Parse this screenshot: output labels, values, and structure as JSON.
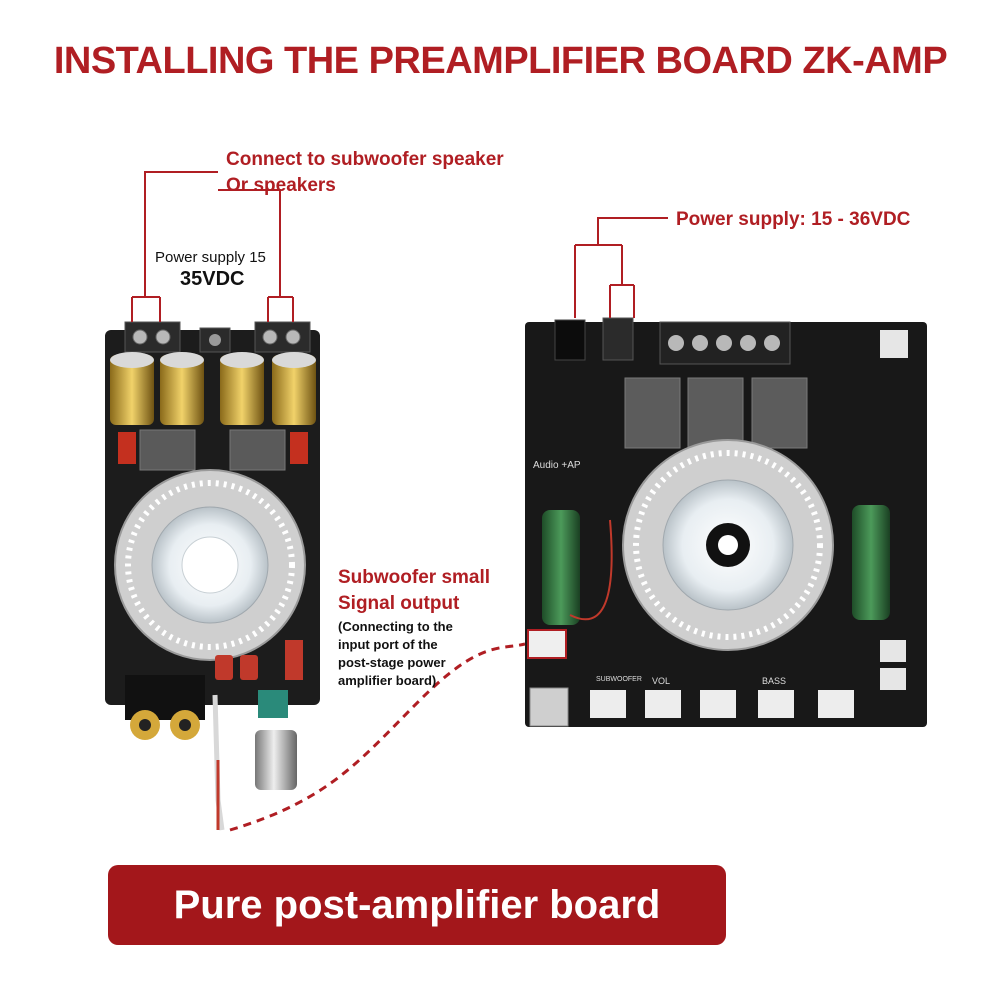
{
  "title": "INSTALLING THE PREAMPLIFIER BOARD ZK-AMP",
  "left_board": {
    "speaker_label_line1": "Connect to subwoofer speaker",
    "speaker_label_line2": "Or speakers",
    "power_label_line1": "Power supply 15",
    "power_label_line2": "35VDC"
  },
  "right_board": {
    "power_label": "Power supply: 15 - 36VDC",
    "silk_audio": "Audio +AP",
    "silk_bass": "BASS",
    "silk_vol": "VOL",
    "silk_subwoofer": "SUBWOOFER"
  },
  "subwoofer_callout": {
    "line1": "Subwoofer small",
    "line2": "Signal output",
    "note1": "(Connecting to the",
    "note2": "input port of the",
    "note3": "post-stage power",
    "note4": "amplifier board)"
  },
  "bottom_banner": "Pure post-amplifier board",
  "colors": {
    "accent_red": "#b01e23",
    "banner_red": "#a3171b",
    "board_black": "#1a1a1a",
    "capacitor_green": "#2e6b3a",
    "heatsink_silver": "#d9d9d9"
  }
}
